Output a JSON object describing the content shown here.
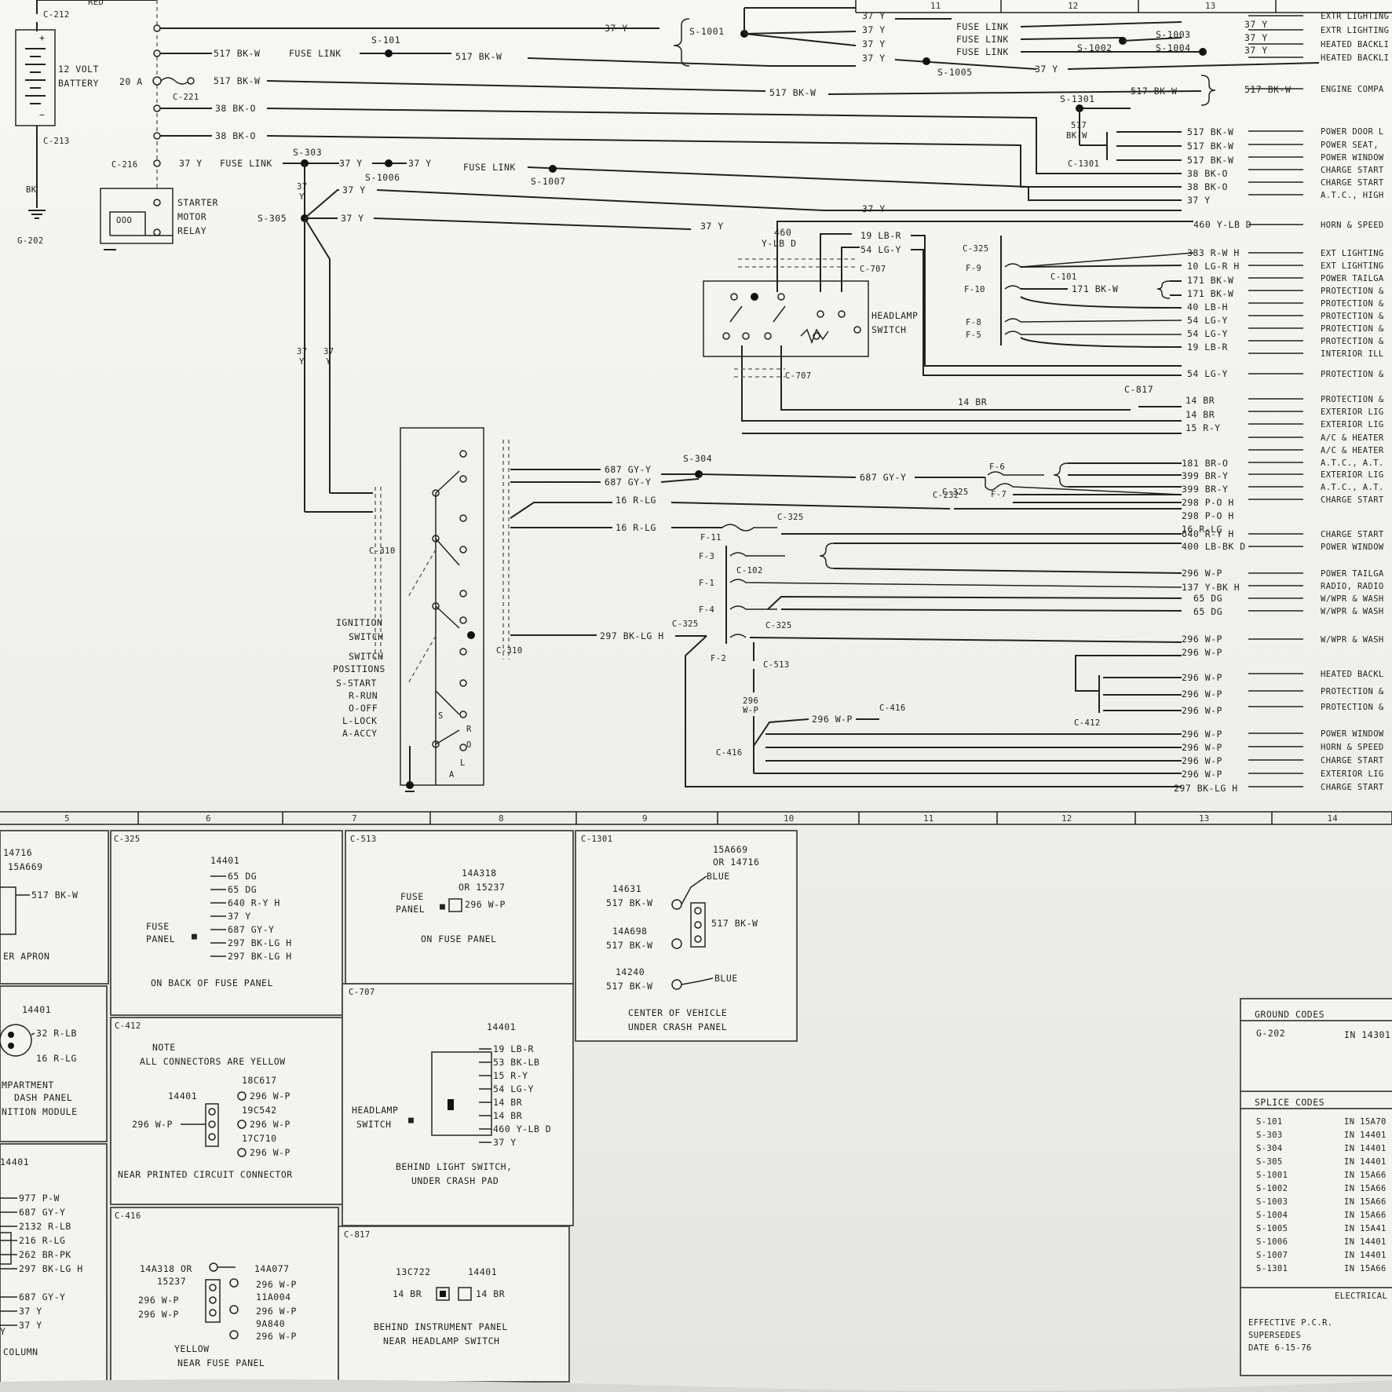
{
  "sheet": {
    "columns_top": [
      "11",
      "12",
      "13"
    ],
    "columns_bottom": [
      "5",
      "6",
      "7",
      "8",
      "9",
      "10",
      "11",
      "12",
      "13",
      "14"
    ]
  },
  "power": {
    "c212": "C-212",
    "c213": "C-213",
    "c216": "C-216",
    "c221": "C-221",
    "battery_1": "12 VOLT",
    "battery_2": "BATTERY",
    "plus": "+",
    "minus": "−",
    "wire_red": "RED",
    "bk": "BK",
    "ground": "G-202",
    "fuse_20a": "20 A",
    "starter_1": "STARTER",
    "starter_2": "MOTOR",
    "starter_3": "RELAY"
  },
  "wires": {
    "w37y": "37 Y",
    "w517": "517 BK-W",
    "w38": "38 BK-O",
    "fuse_link": "FUSE LINK",
    "w460": "460 Y-LB D",
    "w460a": "460",
    "w460b": "Y-LB D",
    "w19": "19 LB-R",
    "w54": "54 LG-Y",
    "w171": "171 BK-W",
    "w14": "14 BR",
    "w15": "15 R-Y",
    "w687": "687 GY-Y",
    "w16": "16 R-LG",
    "w297": "297 BK-LG H",
    "w640": "640 R-Y H",
    "w400": "400 LB-BK D",
    "w296": "296 W-P",
    "w137": "137 Y-BK H",
    "w65": "65 DG",
    "w383": "383 R-W H",
    "w10": "10 LG-R H",
    "w40": "40 LB-H",
    "w181": "181 BR-O",
    "w399": "399 BR-Y",
    "w298": "298 P-O H",
    "w37": "37",
    "wy": "Y",
    "w517s": "517",
    "wbkw": "BK-W",
    "w296s": "296",
    "wwp": "W-P"
  },
  "splices": {
    "s101": "S-101",
    "s303": "S-303",
    "s305": "S-305",
    "s1006": "S-1006",
    "s1007": "S-1007",
    "s1001": "S-1001",
    "s1002": "S-1002",
    "s1003": "S-1003",
    "s1004": "S-1004",
    "s1005": "S-1005",
    "s1301": "S-1301",
    "s304": "S-304"
  },
  "connectors": {
    "c1301": "C-1301",
    "c325": "C-325",
    "c707": "C-707",
    "c101": "C-101",
    "c817": "C-817",
    "c232": "C-232",
    "c310": "C-310",
    "c102": "C-102",
    "c513": "C-513",
    "c416": "C-416",
    "c412": "C-412"
  },
  "fuses": {
    "f9": "F-9",
    "f10": "F-10",
    "f8": "F-8",
    "f5": "F-5",
    "f6": "F-6",
    "f7": "F-7",
    "f11": "F-11",
    "f3": "F-3",
    "f1": "F-1",
    "f4": "F-4",
    "f2": "F-2"
  },
  "switches": {
    "headlamp_1": "HEADLAMP",
    "headlamp_2": "SWITCH",
    "ign_1": "IGNITION",
    "ign_2": "SWITCH",
    "pos_1": "SWITCH",
    "pos_2": "POSITIONS",
    "pos_s": "S-START",
    "pos_r": "R-RUN",
    "pos_o": "O-OFF",
    "pos_l": "L-LOCK",
    "pos_a": "A-ACCY"
  },
  "dest": [
    "EXTR LIGHTING",
    "EXTR LIGHTING",
    "HEATED BACKLI",
    "HEATED BACKLI",
    "ENGINE COMPA",
    "POWER DOOR L",
    "POWER SEAT,",
    "POWER WINDOW",
    "CHARGE START",
    "CHARGE START",
    "A.T.C., HIGH",
    "HORN & SPEED",
    "EXT LIGHTING",
    "EXT LIGHTING",
    "POWER TAILGA",
    "PROTECTION &",
    "PROTECTION &",
    "PROTECTION &",
    "PROTECTION &",
    "PROTECTION &",
    "INTERIOR ILL",
    "PROTECTION &",
    "PROTECTION &",
    "EXTERIOR LIG",
    "EXTERIOR LIG",
    "A/C & HEATER",
    "A/C & HEATER",
    "A.T.C., A.T.",
    "EXTERIOR LIG",
    "A.T.C., A.T.",
    "CHARGE START",
    "CHARGE START",
    "POWER WINDOW",
    "POWER TAILGA",
    "RADIO, RADIO",
    "W/WPR & WASH",
    "W/WPR & WASH",
    "W/WPR & WASH",
    "HEATED BACKL",
    "PROTECTION &",
    "PROTECTION &",
    "POWER WINDOW",
    "HORN & SPEED",
    "CHARGE START",
    "EXTERIOR LIG",
    "CHARGE START"
  ],
  "panels": {
    "p5": {
      "a": "14716",
      "b": "15A669",
      "w": "517 BK-W",
      "cap": "ER APRON"
    },
    "p5b": {
      "a": "14401",
      "w1": "32 R-LB",
      "w2": "16 R-LG",
      "c1": "MPARTMENT",
      "c2": "DASH PANEL",
      "c3": "NITION MODULE"
    },
    "p5c": {
      "a": "14401",
      "rows": [
        "977 P-W",
        "687 GY-Y",
        "2132 R-LB",
        "216 R-LG",
        "262 BR-PK",
        "297 BK-LG H",
        "687 GY-Y",
        "37 Y",
        "37 Y"
      ],
      "c1": "Y",
      "c2": "COLUMN"
    },
    "c325p": {
      "title": "C-325",
      "num": "14401",
      "l1": "FUSE",
      "l2": "PANEL",
      "rows": [
        "65 DG",
        "65 DG",
        "640 R-Y H",
        "37 Y",
        "687 GY-Y",
        "297 BK-LG H",
        "297 BK-LG H"
      ],
      "cap": "ON BACK OF FUSE PANEL"
    },
    "c513p": {
      "title": "C-513",
      "n1": "14A318",
      "n2": "OR 15237",
      "l1": "FUSE",
      "l2": "PANEL",
      "w": "296 W-P",
      "cap": "ON FUSE PANEL"
    },
    "c1301p": {
      "title": "C-1301",
      "n1": "15A669",
      "n2": "OR 14716",
      "blue": "BLUE",
      "a1": "14631",
      "a2": "14A698",
      "a3": "14240",
      "w": "517 BK-W",
      "cap1": "CENTER OF VEHICLE",
      "cap2": "UNDER CRASH PANEL"
    },
    "c412p": {
      "title": "C-412",
      "n1": "NOTE",
      "n2": "ALL CONNECTORS ARE YELLOW",
      "a": "14401",
      "b": "18C617",
      "c": "19C542",
      "d": "17C710",
      "w": "296 W-P",
      "cap": "NEAR PRINTED CIRCUIT CONNECTOR"
    },
    "c707p": {
      "title": "C-707",
      "num": "14401",
      "l1": "HEADLAMP",
      "l2": "SWITCH",
      "rows": [
        "19 LB-R",
        "53 BK-LB",
        "15 R-Y",
        "54 LG-Y",
        "14 BR",
        "14 BR",
        "460 Y-LB D",
        "37 Y"
      ],
      "cap1": "BEHIND LIGHT SWITCH,",
      "cap2": "UNDER CRASH PAD"
    },
    "c416p": {
      "title": "C-416",
      "n1": "14A318 OR",
      "n2": "15237",
      "r1": "14A077",
      "r2": "11A004",
      "r3": "9A840",
      "w": "296 W-P",
      "yellow": "YELLOW",
      "cap": "NEAR FUSE PANEL"
    },
    "c817p": {
      "title": "C-817",
      "a": "13C722",
      "b": "14401",
      "w": "14 BR",
      "cap1": "BEHIND INSTRUMENT PANEL",
      "cap2": "NEAR HEADLAMP SWITCH"
    },
    "ground": {
      "title": "GROUND CODES",
      "code": "G-202",
      "loc": "IN 14301"
    },
    "splice": {
      "title": "SPLICE CODES",
      "codes": [
        "S-101",
        "S-303",
        "S-304",
        "S-305",
        "S-1001",
        "S-1002",
        "S-1003",
        "S-1004",
        "S-1005",
        "S-1006",
        "S-1007",
        "S-1301"
      ],
      "locs": [
        "IN 15A70",
        "IN 14401",
        "IN 14401",
        "IN 14401",
        "IN 15A66",
        "IN 15A66",
        "IN 15A66",
        "IN 15A66",
        "IN 15A41",
        "IN 14401",
        "IN 14401",
        "IN 15A66"
      ]
    },
    "footer": {
      "elec": "ELECTRICAL",
      "e1": "EFFECTIVE P.C.R.",
      "e2": "SUPERSEDES",
      "e3": "DATE 6-15-76"
    }
  }
}
